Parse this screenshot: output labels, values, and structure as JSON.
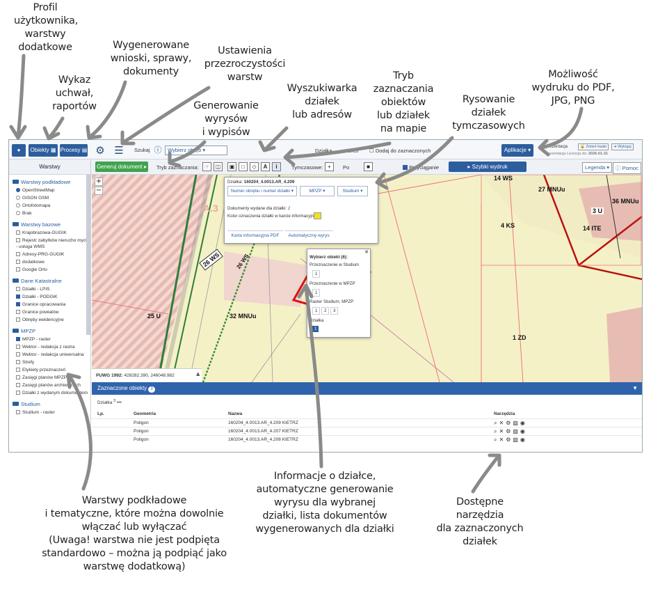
{
  "annotations": {
    "profile": [
      "Profil",
      "użytkownika,",
      "warstwy",
      "dodatkowe"
    ],
    "resolutions": [
      "Wykaz",
      "uchwał,",
      "raportów"
    ],
    "generated": [
      "Wygenerowane",
      "wnioski, sprawy,",
      "dokumenty"
    ],
    "opacity": [
      "Ustawienia",
      "przezroczystości",
      "warstw"
    ],
    "extracts": [
      "Generowanie",
      "wyrysów",
      "i wypisów"
    ],
    "search": [
      "Wyszukiwarka",
      "działek",
      "lub adresów"
    ],
    "select_mode": [
      "Tryb",
      "zaznaczania",
      "obiektów",
      "lub działek",
      "na mapie"
    ],
    "drawing": [
      "Rysowanie",
      "działek",
      "tymczasowych"
    ],
    "print": [
      "Możliwość",
      "wydruku do PDF,",
      "JPG, PNG"
    ],
    "layers": [
      "Warstwy podkładowe",
      "i tematyczne, które można dowolnie",
      "włączać lub wyłączać",
      "(Uwaga! warstwa nie jest podpięta",
      "standardowo – można ją podpiąć jako",
      "warstwę dodatkową)"
    ],
    "parcel_info": [
      "Informacje o działce,",
      "automatyczne generowanie",
      "wyrysu dla wybranej",
      "działki, lista dokumentów",
      "wygenerowanych dla działki"
    ],
    "tools": [
      "Dostępne",
      "narzędzia",
      "dla zaznaczonych",
      "działek"
    ]
  },
  "topbar": {
    "obiekty": "Obiekty",
    "procesy": "Procesy",
    "szukaj": "Szukaj",
    "select_placeholder": "Wybierz obręb",
    "dzialka": "Działka",
    "adres": "Adres",
    "dodaj": "Dodaj do zaznaczonych",
    "aplikacje": "Aplikacje",
    "user": "prezentacja",
    "zmien_haslo": "Zmień hasło",
    "wyloguj": "Wyloguj",
    "licencja_label": "prezentacja Licencja do:",
    "licencja_date": "2026-01-31"
  },
  "toolbar2": {
    "generuj": "Generuj dokument",
    "tryb": "Tryb zaznaczania:",
    "tymczasowe": "Tymczasowe:",
    "po": "Po",
    "przyciaganie": "Przyciąganie",
    "szybki": "Szybki wydruk",
    "legenda": "Legenda",
    "pomoc": "Pomoc"
  },
  "sidebar": {
    "title": "Warstwy",
    "groups": [
      {
        "name": "Warstwy podkładowe",
        "items": [
          {
            "label": "OpenStreetMap",
            "kind": "radio",
            "on": true
          },
          {
            "label": "GISON OSM",
            "kind": "radio",
            "on": false
          },
          {
            "label": "Ortofotomapa",
            "kind": "radio",
            "on": false
          },
          {
            "label": "Brak",
            "kind": "radio",
            "on": false
          }
        ]
      },
      {
        "name": "Warstwy bazowe",
        "items": [
          {
            "label": "Krajobrazowa-GUGIK",
            "kind": "check",
            "on": false
          },
          {
            "label": "Rejestr zabytków nierucho mych - usługa WMS",
            "kind": "check",
            "on": false
          },
          {
            "label": "Adresy-PRG-GUGIK",
            "kind": "check",
            "on": false
          },
          {
            "label": "dodatkowe",
            "kind": "check",
            "on": false
          },
          {
            "label": "Google Orto",
            "kind": "check",
            "on": false
          }
        ]
      },
      {
        "name": "Dane Katastralne",
        "items": [
          {
            "label": "Działki - LPIS",
            "kind": "check",
            "on": false
          },
          {
            "label": "Działki - PODGiK",
            "kind": "check",
            "on": true
          },
          {
            "label": "Granice opracowania",
            "kind": "check",
            "on": true
          },
          {
            "label": "Granice powiatów",
            "kind": "check",
            "on": false
          },
          {
            "label": "Obręby ewidencyjne",
            "kind": "check",
            "on": false
          }
        ]
      },
      {
        "name": "MPZP",
        "items": [
          {
            "label": "MPZP - raster",
            "kind": "check",
            "on": true
          },
          {
            "label": "Wektor - redakcja z rastra",
            "kind": "check",
            "on": false
          },
          {
            "label": "Wektor - redakcja uniwersalna",
            "kind": "check",
            "on": false
          },
          {
            "label": "Strefy",
            "kind": "check",
            "on": false
          },
          {
            "label": "Etykiety przeznaczeń",
            "kind": "check",
            "on": false
          },
          {
            "label": "Zasięgi planów MPZP",
            "kind": "check",
            "on": false
          },
          {
            "label": "Zasięgi planów archiwalnych",
            "kind": "check",
            "on": false
          },
          {
            "label": "Działki z wydanym dokumentem",
            "kind": "check",
            "on": false
          }
        ]
      },
      {
        "name": "Studium",
        "items": [
          {
            "label": "Studium - raster",
            "kind": "check",
            "on": false
          }
        ]
      }
    ]
  },
  "map": {
    "coords_label": "PUWG 1992:",
    "coords": "428282.390, 246048.982",
    "labels": [
      "25 U",
      "32 MNUu",
      "26 WS",
      "1 ZD",
      "4 KS",
      "14 ITE",
      "3 U",
      "36 MNUu",
      "14 WS",
      "27 MNUu",
      "26 WS",
      "A.3"
    ]
  },
  "parcel_panel": {
    "label": "Działka:",
    "id": "160204_4.0013.AR_4.209",
    "btn1": "Numer obrębu i numer działki",
    "btn2": "MPZP",
    "btn3": "Studium",
    "docs": "Dokumenty wydane dla działki:",
    "docs_count": "2",
    "kolor": "Kolor oznaczenia działki w karcie informacyjnej",
    "karta": "Karta informacyjna PDF",
    "auto": "Automatyczny wyrys"
  },
  "select_panel": {
    "title": "Wybierz obiekt (6):",
    "line1": "Przeznaczenie w Studium",
    "line2": "Przeznaczenie w MPZP",
    "line3": "Raster Studium, MPZP",
    "line4": "Działka",
    "n1": "1",
    "n2": "1",
    "n3a": "1",
    "n3b": "2",
    "n3c": "3",
    "n4": "1"
  },
  "bottom": {
    "title": "Zaznaczone obiekty",
    "count": "3",
    "tab": "Działka",
    "tab_count": "3",
    "cols": [
      "Lp.",
      "Geometria",
      "Nazwa",
      "Narzędzia"
    ],
    "rows": [
      {
        "geom": "Poligon",
        "name": "160204_4.0013.AR_4.209 KIETRZ"
      },
      {
        "geom": "Poligon",
        "name": "160204_4.0013.AR_4.207 KIETRZ"
      },
      {
        "geom": "Poligon",
        "name": "160204_4.0013.AR_4.208 KIETRZ"
      }
    ]
  }
}
